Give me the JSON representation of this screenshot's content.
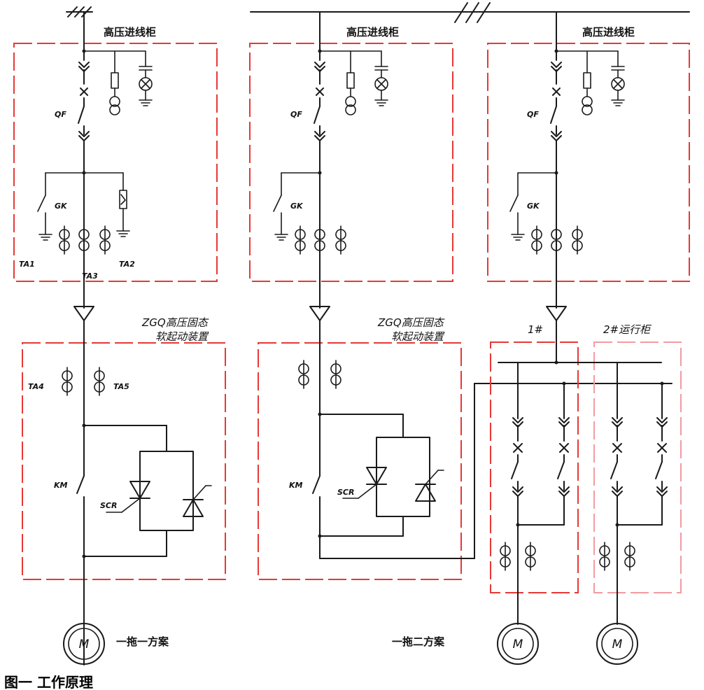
{
  "feeders": {
    "cabinet_title_1": "高压进线柜",
    "cabinet_title_2": "高压进线柜",
    "cabinet_title_3": "高压进线柜",
    "breaker_label": "QF",
    "earth_switch_label": "GK"
  },
  "left_scheme": {
    "ct_label_1": "TA1",
    "ct_label_2": "TA2",
    "ct_label_3": "TA3",
    "ct_label_4": "TA4",
    "ct_label_5": "TA5",
    "starter_title_line1": "ZGQ高压固态",
    "starter_title_line2": "软起动装置",
    "contactor_label": "KM",
    "thyristor_label": "SCR",
    "motor_label": "M",
    "scheme_name": "一拖一方案"
  },
  "right_scheme": {
    "starter_title_line1": "ZGQ高压固态",
    "starter_title_line2": "软起动装置",
    "contactor_label": "KM",
    "thyristor_label": "SCR",
    "scheme_name": "一拖二方案",
    "run_cabinet_1": "1#",
    "run_cabinet_2": "2#运行柜",
    "motor_1_label": "M",
    "motor_2_label": "M"
  },
  "figure_caption": "图一 工作原理",
  "colors": {
    "cabinet_outline": "#e53935",
    "cabinet_outline_faded": "#f29ba0",
    "wire": "#1a1a1a"
  }
}
